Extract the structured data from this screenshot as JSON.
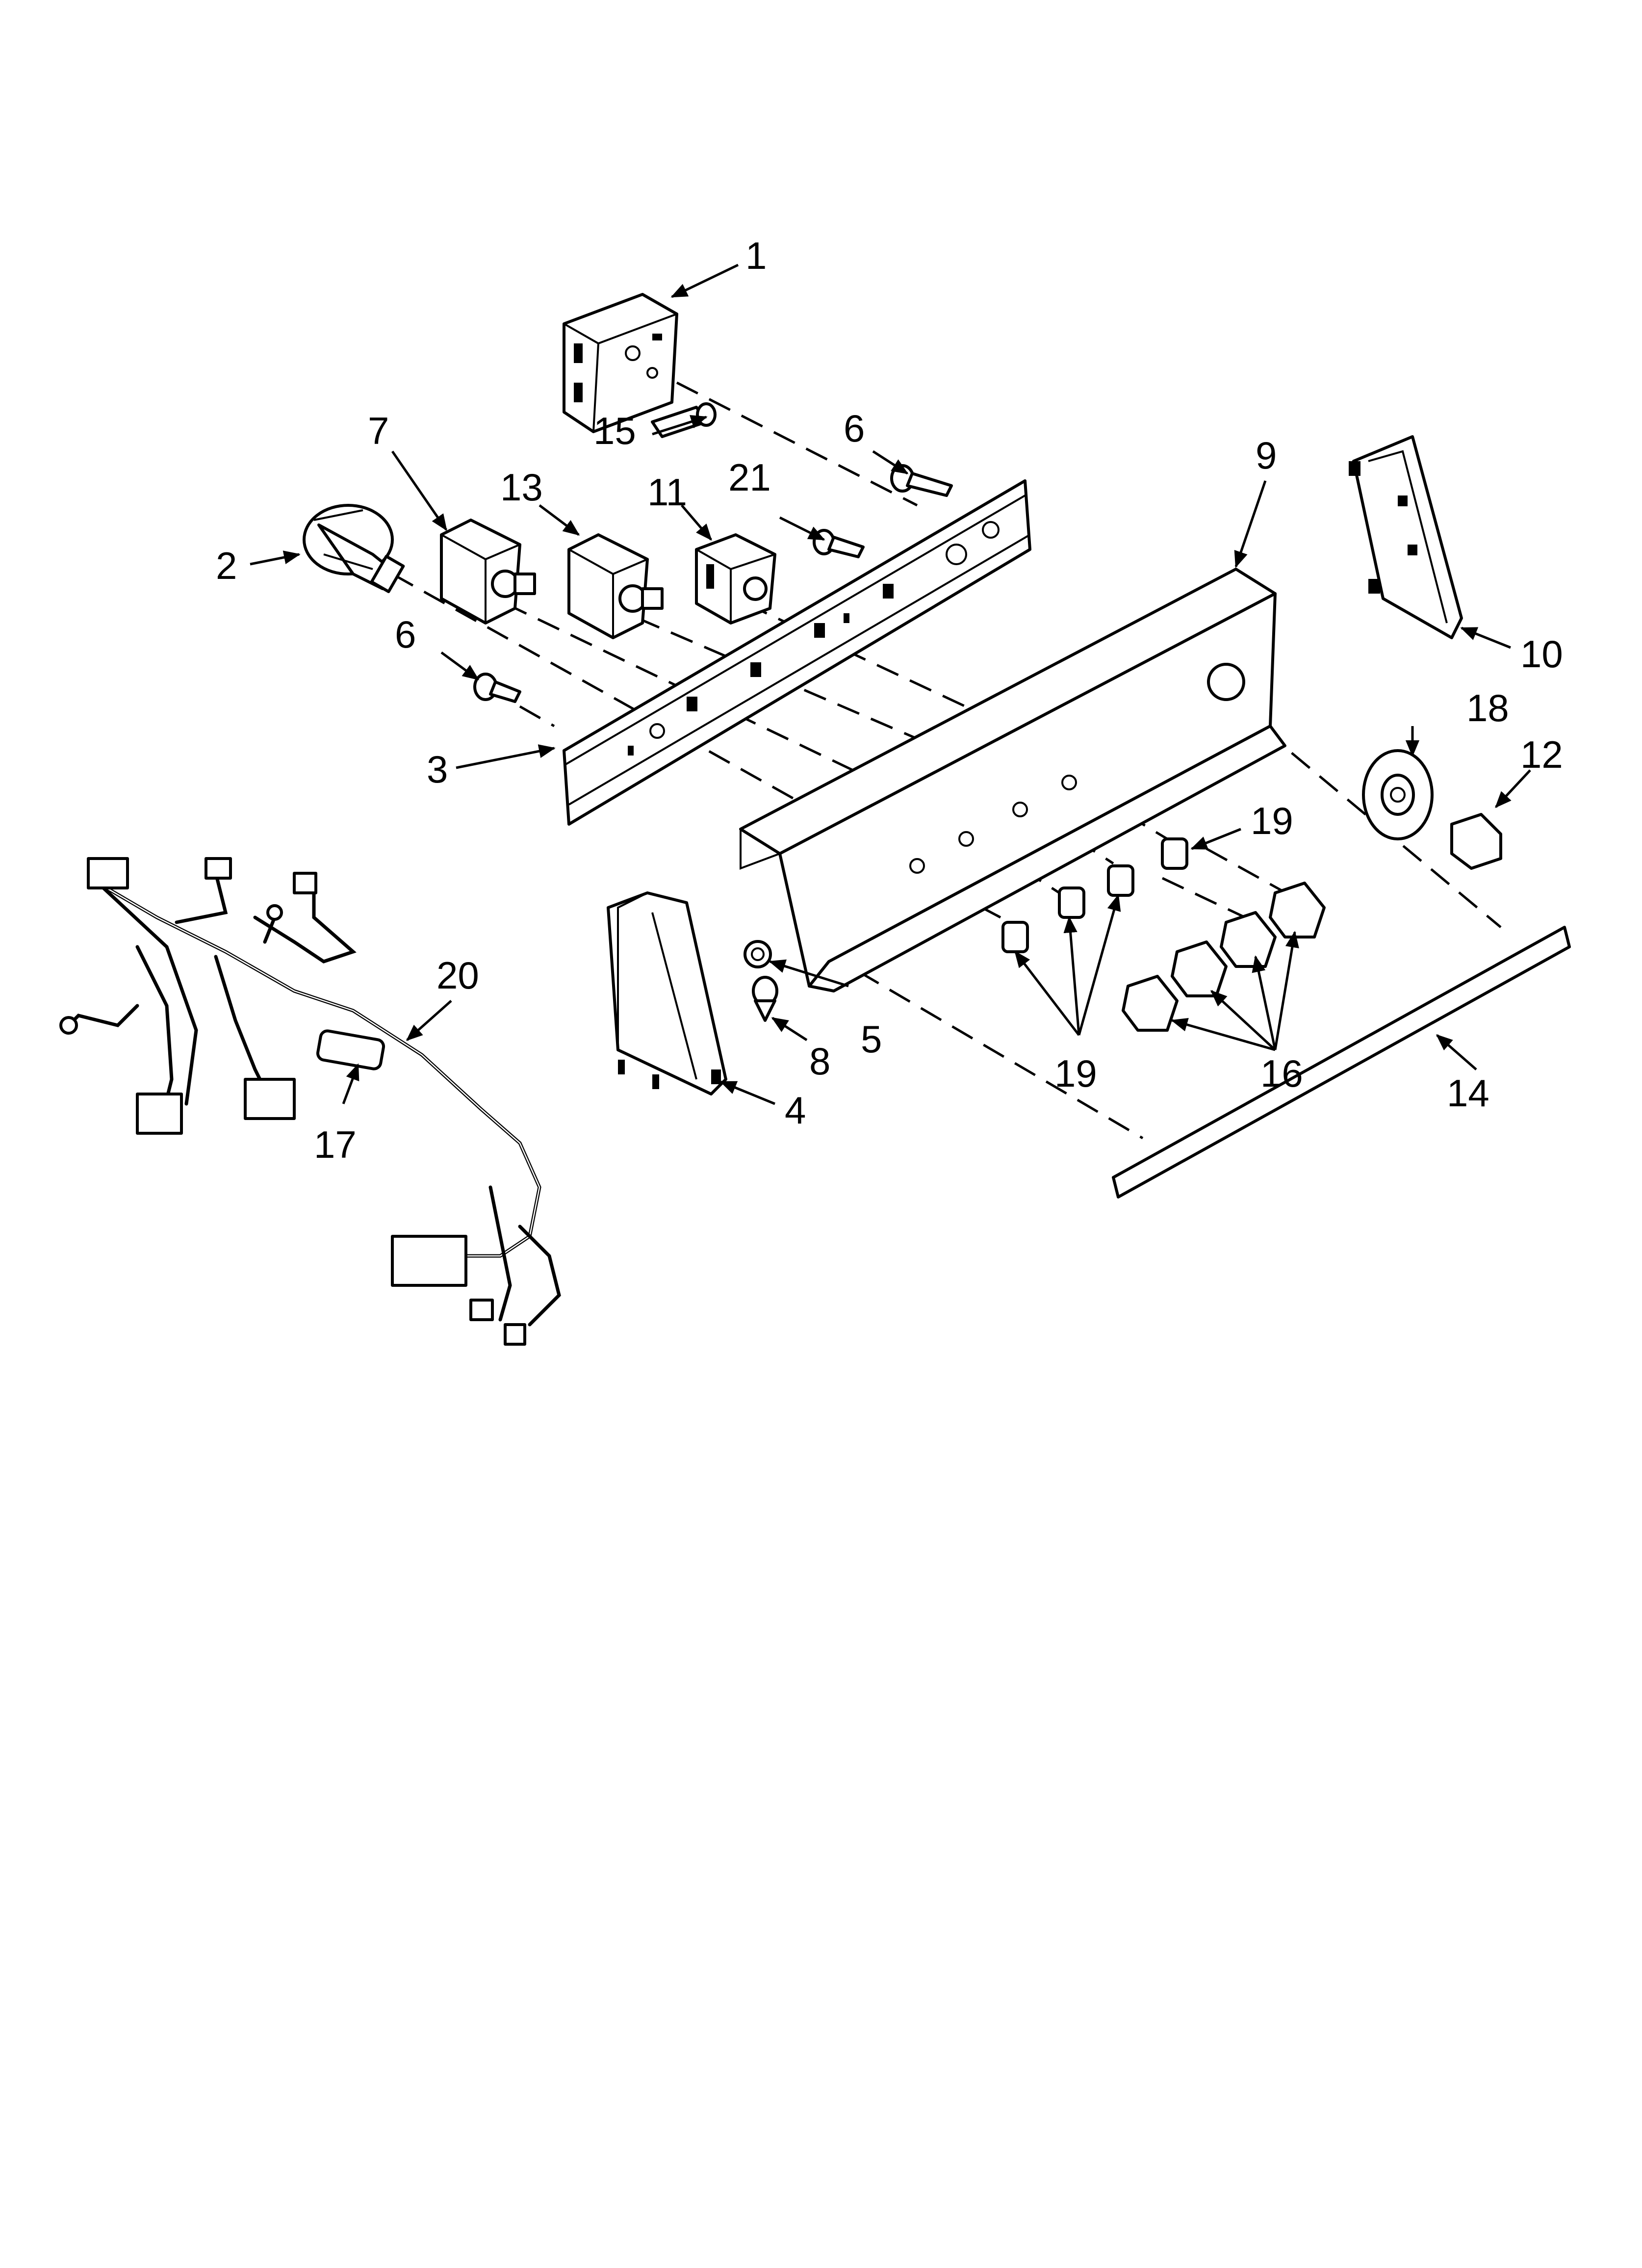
{
  "callouts": [
    {
      "id": "1",
      "label": "1"
    },
    {
      "id": "2",
      "label": "2"
    },
    {
      "id": "3",
      "label": "3"
    },
    {
      "id": "4",
      "label": "4"
    },
    {
      "id": "5",
      "label": "5"
    },
    {
      "id": "6a",
      "label": "6"
    },
    {
      "id": "6b",
      "label": "6"
    },
    {
      "id": "7",
      "label": "7"
    },
    {
      "id": "8",
      "label": "8"
    },
    {
      "id": "9",
      "label": "9"
    },
    {
      "id": "10",
      "label": "10"
    },
    {
      "id": "11",
      "label": "11"
    },
    {
      "id": "12",
      "label": "12"
    },
    {
      "id": "13",
      "label": "13"
    },
    {
      "id": "14",
      "label": "14"
    },
    {
      "id": "15",
      "label": "15"
    },
    {
      "id": "16a",
      "label": "16"
    },
    {
      "id": "17",
      "label": "17"
    },
    {
      "id": "18",
      "label": "18"
    },
    {
      "id": "19a",
      "label": "19"
    },
    {
      "id": "19b",
      "label": "19"
    },
    {
      "id": "20",
      "label": "20"
    },
    {
      "id": "21",
      "label": "21"
    }
  ]
}
